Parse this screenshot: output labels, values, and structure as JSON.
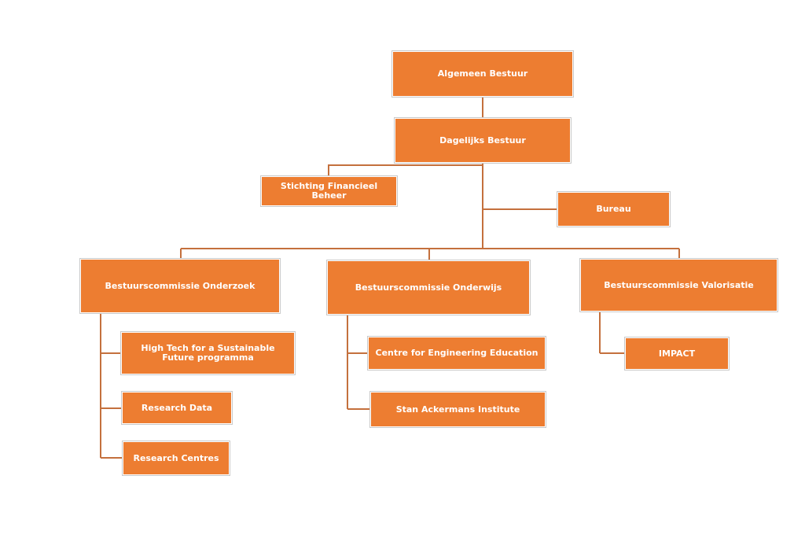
{
  "org_chart": {
    "colors": {
      "box_fill": "#ed7d31",
      "box_text": "#ffffff",
      "connector": "#c4703d"
    },
    "nodes": {
      "algemeen_bestuur": "Algemeen Bestuur",
      "dagelijks_bestuur": "Dagelijks Bestuur",
      "stichting": "Stichting Financieel Beheer",
      "bureau": "Bureau",
      "bc_onderzoek": "Bestuurscommissie Onderzoek",
      "bc_onderwijs": "Bestuurscommissie Onderwijs",
      "bc_valorisatie": "Bestuurscommissie Valorisatie",
      "high_tech": "High Tech for a Sustainable Future programma",
      "research_data": "Research Data",
      "research_centres": "Research Centres",
      "cee": "Centre for Engineering Education",
      "sai": "Stan Ackermans Institute",
      "impact": "IMPACT"
    }
  }
}
